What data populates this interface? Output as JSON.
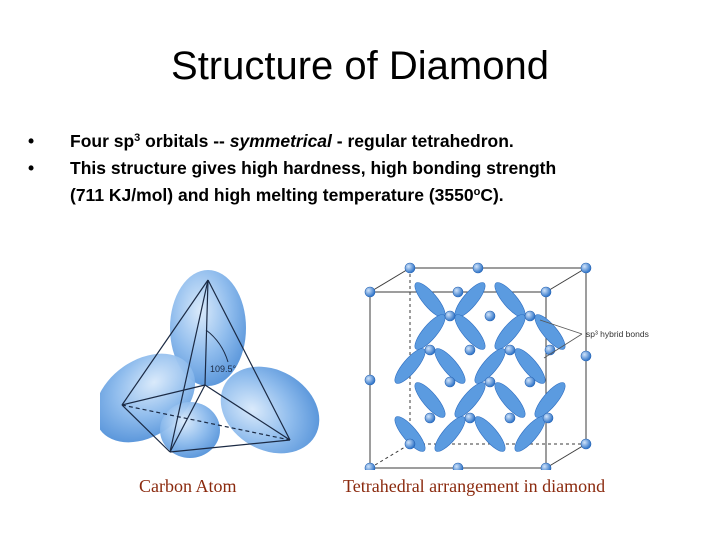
{
  "slide": {
    "title": "Structure of Diamond",
    "bullets": [
      {
        "marker": "•",
        "pre": "Four sp",
        "sup": "3",
        "mid": " orbitals -- ",
        "italic": "symmetrical",
        "post": " - regular tetrahedron."
      },
      {
        "marker": "•",
        "line1": "This structure gives high hardness, high bonding strength",
        "line2_pre": "(711 KJ/mol) and high melting temperature (3550",
        "line2_sup": "o",
        "line2_post": "C)."
      }
    ]
  },
  "figures": {
    "carbon_atom": {
      "angle_label": "109.5°",
      "caption": "Carbon Atom"
    },
    "diamond_lattice": {
      "bond_label": "sp³ hybrid bonds",
      "caption": "Tetrahedral arrangement in diamond"
    }
  },
  "colors": {
    "caption": "#8b2a0e",
    "orbital": "#5b9be0",
    "atom": "#3a7fd0"
  }
}
